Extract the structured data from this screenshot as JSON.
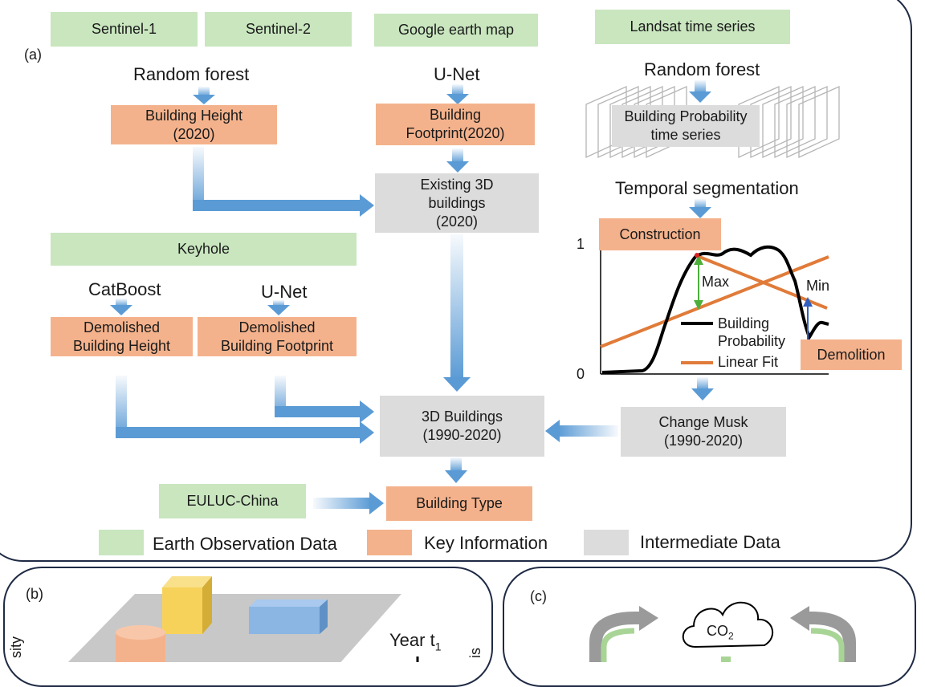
{
  "panel_a": {
    "label": "(a)",
    "sources": {
      "sentinel1": "Sentinel-1",
      "sentinel2": "Sentinel-2",
      "google_earth": "Google earth map",
      "landsat": "Landsat time series",
      "keyhole": "Keyhole",
      "euluc": "EULUC-China"
    },
    "methods": {
      "rf_left": "Random forest",
      "unet_top": "U-Net",
      "rf_right": "Random forest",
      "temporal_seg": "Temporal segmentation",
      "catboost": "CatBoost",
      "unet_keyhole": "U-Net"
    },
    "key_info": {
      "building_height": "Building Height\n(2020)",
      "building_footprint": "Building\nFootprint(2020)",
      "demolished_height": "Demolished\nBuilding Height",
      "demolished_footprint": "Demolished\nBuilding Footprint",
      "building_type": "Building Type",
      "construction": "Construction",
      "demolition": "Demolition"
    },
    "intermediate": {
      "existing_3d": "Existing 3D\nbuildings\n(2020)",
      "prob_series": "Building Probability\ntime series",
      "buildings_3d": "3D Buildings\n(1990-2020)",
      "change_mask": "Change Musk\n(1990-2020)"
    },
    "inset_chart": {
      "y_top": "1",
      "y_bottom": "0",
      "max_label": "Max",
      "min_label": "Min",
      "legend_prob": "Building\nProbability",
      "legend_fit": "Linear Fit",
      "colors": {
        "probability": "#000000",
        "fit": "#e07b39",
        "max_arrow": "#4caf3a",
        "min_arrow": "#2f5fbf"
      }
    },
    "legend": {
      "earth_obs": "Earth Observation Data",
      "key_info": "Key Information",
      "intermediate": "Intermediate Data"
    }
  },
  "panel_b": {
    "label": "(b)",
    "year_label": "Year t",
    "year_sub": "1",
    "side_text_left": "sity",
    "side_text_right": "is"
  },
  "panel_c": {
    "label": "(c)",
    "co2": "CO",
    "co2_sub": "2"
  },
  "colors": {
    "green": "#c9e6bf",
    "orange": "#f4b28c",
    "gray": "#dcdcdc",
    "arrow": "#5b9bd5",
    "border": "#1f2a44"
  }
}
